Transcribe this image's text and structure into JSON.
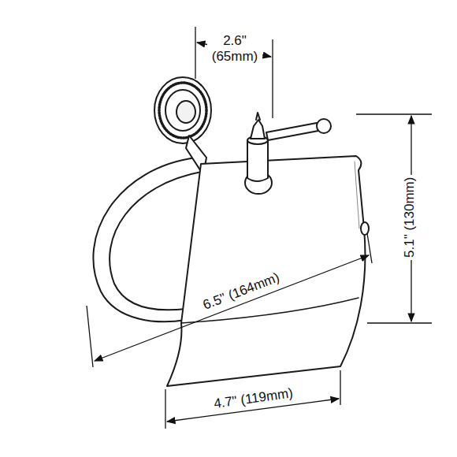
{
  "diagram": {
    "labels": [
      "2.6\" (65mm)",
      "5.1\" (130mm)",
      "6.5\" (164mm)",
      "4.7\" (119mm)"
    ]
  }
}
